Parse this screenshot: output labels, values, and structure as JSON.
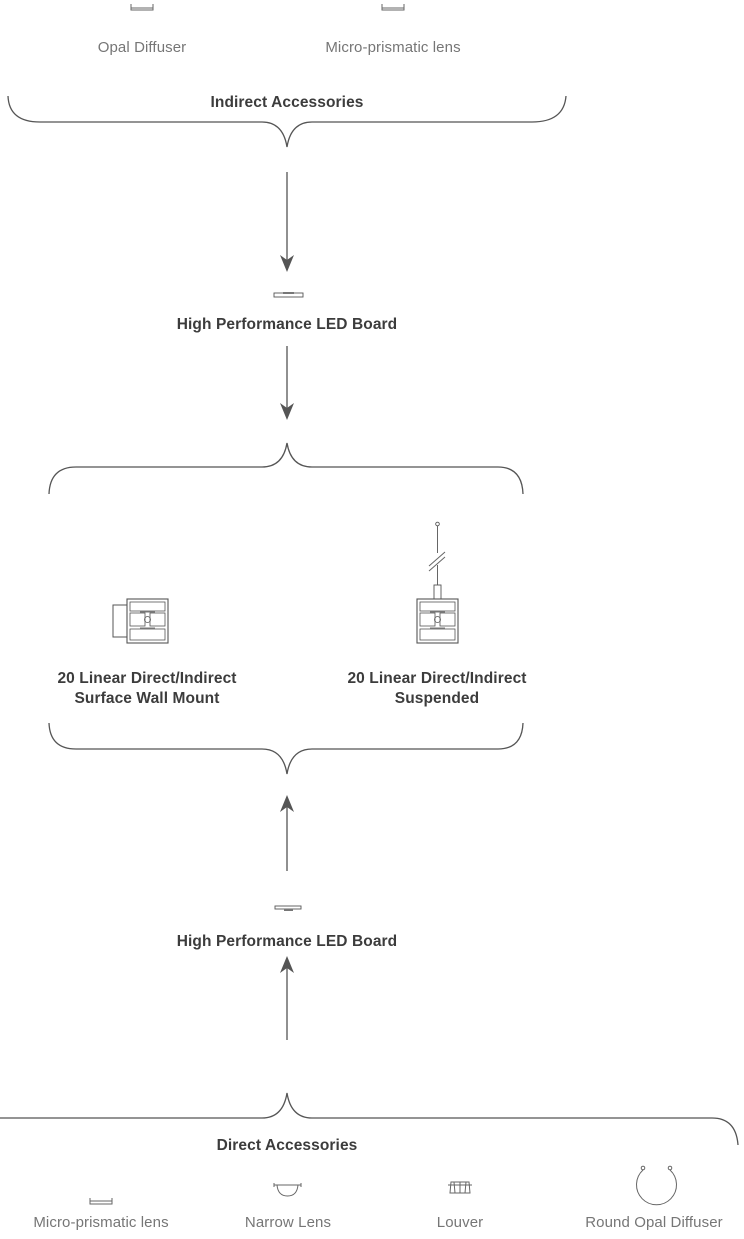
{
  "indirect": {
    "items": [
      {
        "label": "Opal Diffuser",
        "icon": "opal-diffuser-icon"
      },
      {
        "label": "Micro-prismatic lens",
        "icon": "micro-prismatic-lens-icon"
      }
    ],
    "group_label": "Indirect Accessories"
  },
  "led_board_top": {
    "label": "High Performance LED Board",
    "icon": "led-board-icon"
  },
  "fixtures": [
    {
      "line1": "20 Linear Direct/Indirect",
      "line2": "Surface Wall Mount",
      "icon": "surface-wall-mount-icon"
    },
    {
      "line1": "20 Linear Direct/Indirect",
      "line2": "Suspended",
      "icon": "suspended-fixture-icon"
    }
  ],
  "led_board_bottom": {
    "label": "High Performance LED Board",
    "icon": "led-board-icon"
  },
  "direct": {
    "group_label": "Direct Accessories",
    "items": [
      {
        "label": "Micro-prismatic lens",
        "icon": "micro-prismatic-lens-icon"
      },
      {
        "label": "Narrow Lens",
        "icon": "narrow-lens-icon"
      },
      {
        "label": "Louver",
        "icon": "louver-icon"
      },
      {
        "label": "Round Opal Diffuser",
        "icon": "round-opal-diffuser-icon"
      }
    ]
  },
  "colors": {
    "line": "#555555",
    "text_light": "#767676",
    "text_bold": "#3c3c3c"
  }
}
